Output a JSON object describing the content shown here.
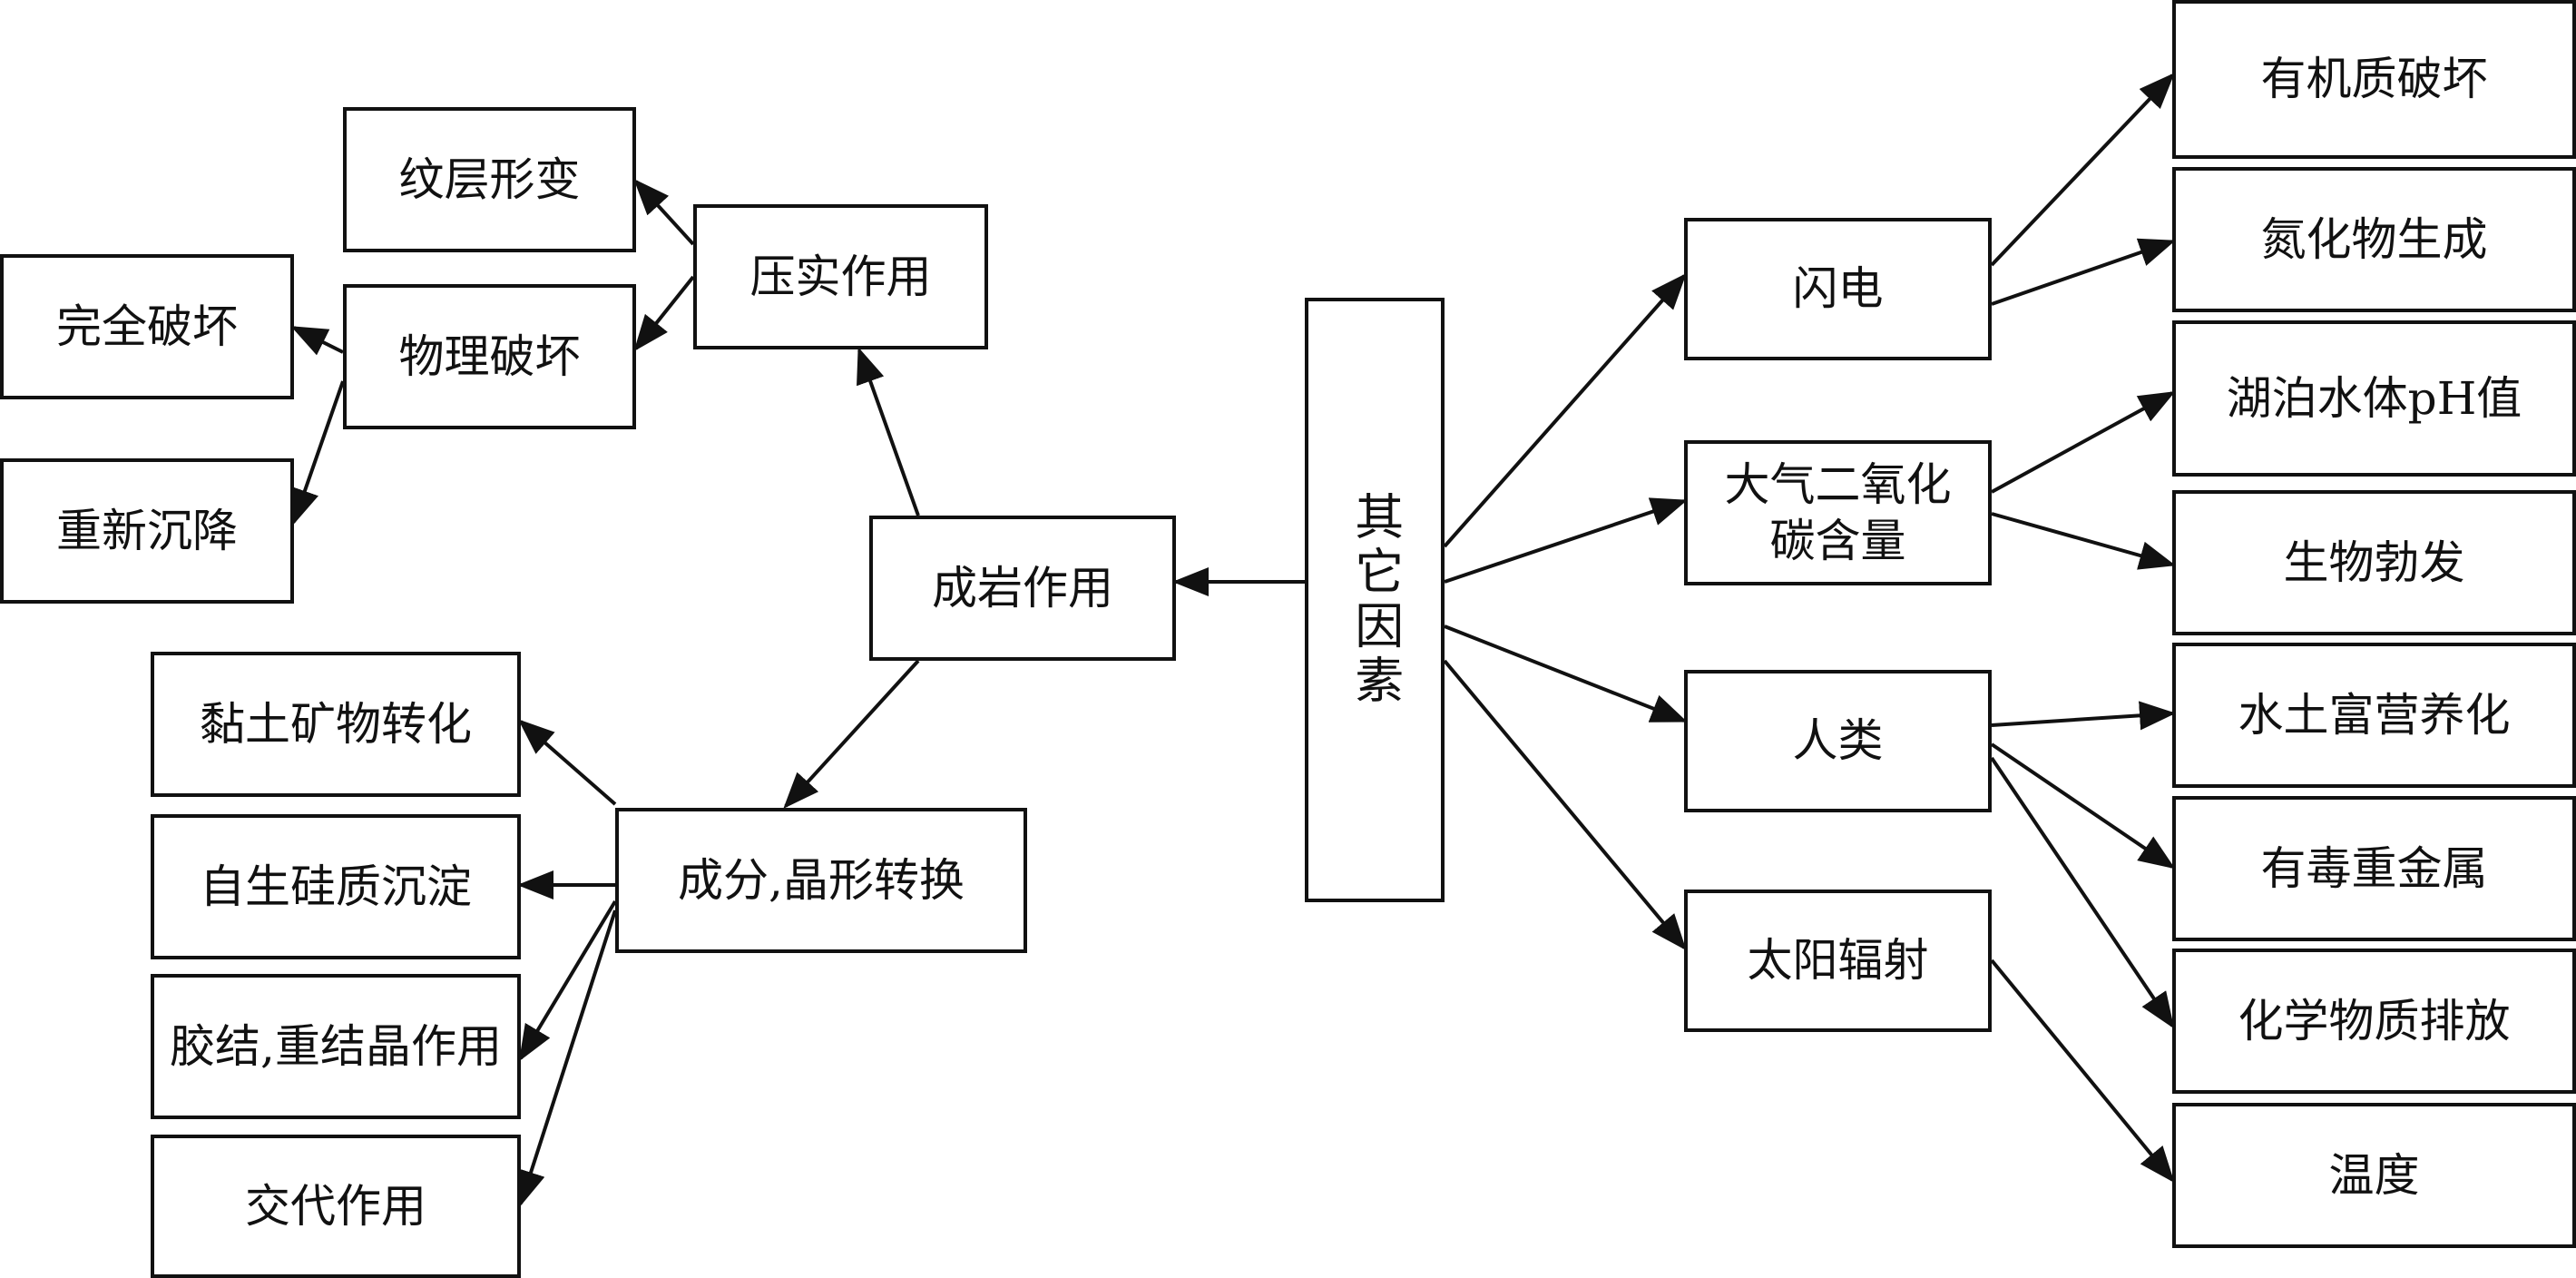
{
  "center": {
    "label": "其它因素"
  },
  "left": {
    "diagenesis": "成岩作用",
    "compaction": "压实作用",
    "lamina_deformation": "纹层形变",
    "physical_destruction": "物理破坏",
    "complete_destruction": "完全破坏",
    "resedimentation": "重新沉降",
    "composition_crystal": "成分,晶形转换",
    "clay_transform": "黏土矿物转化",
    "authigenic_silica": "自生硅质沉淀",
    "cementation": "胶结,重结晶作用",
    "metasomatism": "交代作用"
  },
  "right": {
    "lightning": "闪电",
    "co2": "大气二氧化碳含量",
    "human": "人类",
    "solar": "太阳辐射",
    "organic_destruction": "有机质破坏",
    "nitride": "氮化物生成",
    "lake_ph": "湖泊水体pH值",
    "bio_burst": "生物勃发",
    "eutrophication": "水土富营养化",
    "heavy_metal": "有毒重金属",
    "chemical_discharge": "化学物质排放",
    "temperature": "温度"
  }
}
